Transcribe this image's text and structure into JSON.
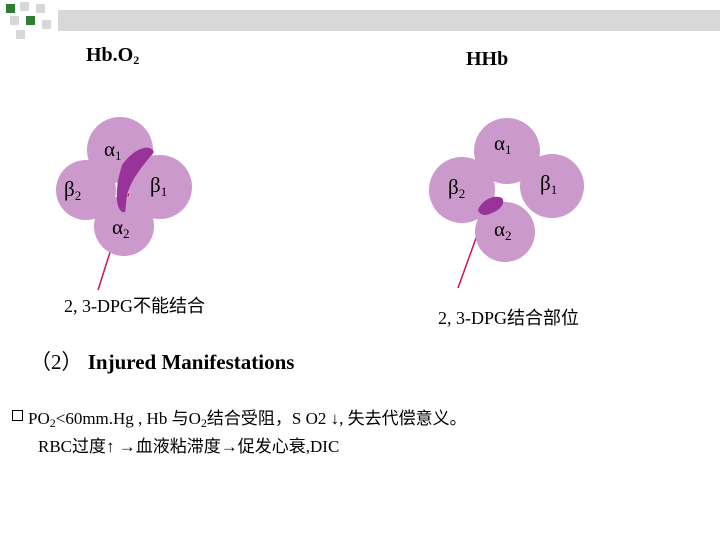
{
  "left_diagram": {
    "title_main": "Hb.O",
    "title_sub": "2",
    "subunits": {
      "alpha1": {
        "greek": "α",
        "sub": "1"
      },
      "alpha2": {
        "greek": "α",
        "sub": "2"
      },
      "beta1": {
        "greek": "β",
        "sub": "1"
      },
      "beta2": {
        "greek": "β",
        "sub": "2"
      }
    },
    "caption": "2, 3-DPG不能结合"
  },
  "right_diagram": {
    "title": "HHb",
    "subunits": {
      "alpha1": {
        "greek": "α",
        "sub": "1"
      },
      "alpha2": {
        "greek": "α",
        "sub": "2"
      },
      "beta1": {
        "greek": "β",
        "sub": "1"
      },
      "beta2": {
        "greek": "β",
        "sub": "2"
      }
    },
    "caption": "2, 3-DPG结合部位"
  },
  "section": {
    "prefix": "（2）",
    "heading": "Injured Manifestations"
  },
  "lines": {
    "line1_a": "PO",
    "line1_a_sub": "2",
    "line1_b": "<60mm.Hg , Hb 与O",
    "line1_b_sub": "2",
    "line1_c": "结合受阻，S O2 ↓, 失去代偿意义。",
    "line2": "RBC过度↑ →血液粘滞度→促发心衰,DIC"
  },
  "colors": {
    "circle_fill": "#cc99cc",
    "dpg_blob": "#993399",
    "pointer_line": "#d01060",
    "title_bar": "#d8d8d8",
    "corner_green": "#2e7d32"
  }
}
